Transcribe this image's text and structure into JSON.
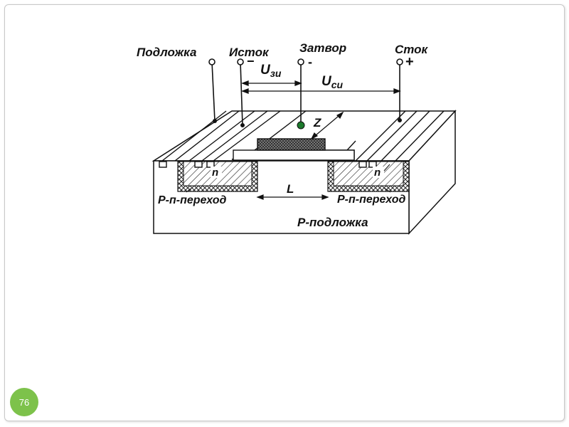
{
  "diagram": {
    "terminals": {
      "substrate": "Подложка",
      "source": "Исток",
      "gate": "Затвор",
      "drain": "Сток"
    },
    "voltages": {
      "u_gs": "U",
      "u_gs_sub": "зи",
      "u_ds": "U",
      "u_ds_sub": "си"
    },
    "signs": {
      "source_minus": "−",
      "gate_minus": "-",
      "drain_plus": "+"
    },
    "dimensions": {
      "z": "Z",
      "l": "L"
    },
    "regions": {
      "n_left": "n",
      "n_right": "n",
      "pn_left": "Р-п-переход",
      "pn_right": "Р-п-переход",
      "p_substrate": "Р-подложка"
    }
  },
  "page": {
    "number": "76",
    "accent_color": "#7dc24b"
  }
}
